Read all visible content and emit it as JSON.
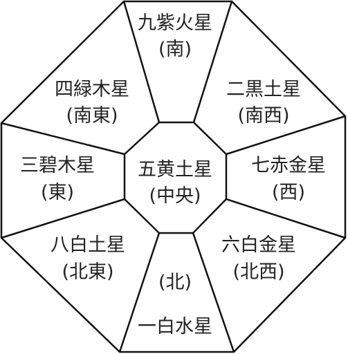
{
  "diagram": {
    "sectors": {
      "south": {
        "star": "九紫火星",
        "direction": "(南)"
      },
      "southwest": {
        "star": "二黒土星",
        "direction": "(南西)"
      },
      "west": {
        "star": "七赤金星",
        "direction": "(西)"
      },
      "northwest": {
        "star": "六白金星",
        "direction": "(北西)"
      },
      "north": {
        "star": "一白水星",
        "direction": "(北)"
      },
      "northeast": {
        "star": "八白土星",
        "direction": "(北東)"
      },
      "east": {
        "star": "三碧木星",
        "direction": "(東)"
      },
      "southeast": {
        "star": "四緑木星",
        "direction": "(南東)"
      }
    },
    "center": {
      "star": "五黄土星",
      "direction": "(中央)"
    },
    "colors": {
      "line": "#111111",
      "text": "#222222",
      "background": "#ffffff"
    }
  }
}
